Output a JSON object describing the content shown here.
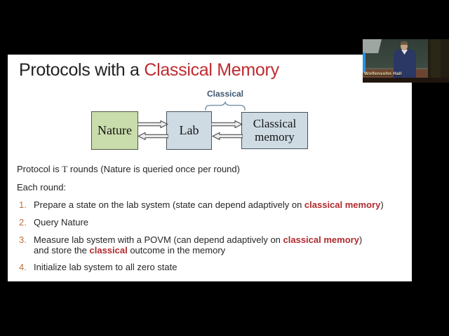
{
  "slide": {
    "title": {
      "black": "Protocols with a ",
      "red": "Classical Memory"
    },
    "diagram": {
      "brace_label": "Classical",
      "nature_label": "Nature",
      "lab_label": "Lab",
      "memory_label_line1": "Classical",
      "memory_label_line2": "memory"
    },
    "body": {
      "protocol_line": {
        "pre": "Protocol is ",
        "t": "T",
        "post": " rounds (Nature is queried once per round)"
      },
      "each_round": "Each round:",
      "steps": [
        {
          "num": "1.",
          "line1": {
            "pre": "Prepare a state on the lab system (state can depend adaptively on ",
            "red": "classical memory",
            "post": ")"
          }
        },
        {
          "num": "2.",
          "line1": {
            "pre": "Query Nature",
            "red": "",
            "post": ""
          }
        },
        {
          "num": "3.",
          "line1": {
            "pre": "Measure lab system with a POVM (can depend adaptively on ",
            "red": "classical memory",
            "post": ")"
          },
          "line2": {
            "pre": "and store the ",
            "red": "classical",
            "post": " outcome in the memory"
          }
        },
        {
          "num": "4.",
          "line1": {
            "pre": "Initialize lab system to all zero state",
            "red": "",
            "post": ""
          }
        }
      ]
    }
  },
  "webcam": {
    "caption": "Wolfensohn Hall"
  },
  "colors": {
    "accent_red": "#BF2B30",
    "inline_red": "#B02A2E",
    "list_number_orange": "#C0713A",
    "diagram_label_blue": "#3E5771",
    "brace_blue": "#7E98AC",
    "nature_box_fill": "#C9DCAB",
    "memory_box_fill": "#CEDBE3",
    "slide_background": "#FFFFFF",
    "page_background": "#000000"
  }
}
